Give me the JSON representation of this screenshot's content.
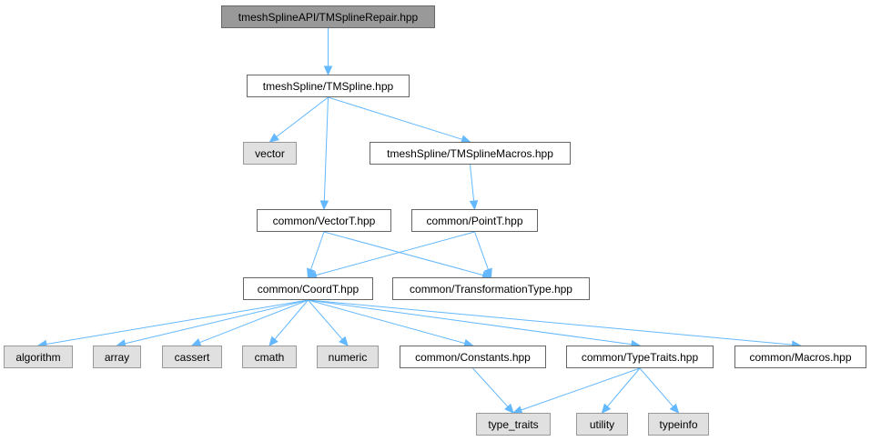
{
  "graph": {
    "colors": {
      "edge": "#63b8ff",
      "root_fill": "#999999",
      "system_fill": "#e0e0e0",
      "node_border": "#666666"
    },
    "nodes": {
      "root": "tmeshSplineAPI/TMSplineRepair.hpp",
      "tmspline": "tmeshSpline/TMSpline.hpp",
      "vector": "vector",
      "macros_tm": "tmeshSpline/TMSplineMacros.hpp",
      "vectort": "common/VectorT.hpp",
      "pointt": "common/PointT.hpp",
      "coordt": "common/CoordT.hpp",
      "transform": "common/TransformationType.hpp",
      "algorithm": "algorithm",
      "array": "array",
      "cassert": "cassert",
      "cmath": "cmath",
      "numeric": "numeric",
      "constants": "common/Constants.hpp",
      "typetraits": "common/TypeTraits.hpp",
      "macros": "common/Macros.hpp",
      "type_traits": "type_traits",
      "utility": "utility",
      "typeinfo": "typeinfo"
    },
    "edges": [
      [
        "root",
        "tmspline"
      ],
      [
        "tmspline",
        "vector"
      ],
      [
        "tmspline",
        "macros_tm"
      ],
      [
        "tmspline",
        "vectort"
      ],
      [
        "macros_tm",
        "pointt"
      ],
      [
        "vectort",
        "coordt"
      ],
      [
        "vectort",
        "transform"
      ],
      [
        "pointt",
        "coordt"
      ],
      [
        "pointt",
        "transform"
      ],
      [
        "coordt",
        "algorithm"
      ],
      [
        "coordt",
        "array"
      ],
      [
        "coordt",
        "cassert"
      ],
      [
        "coordt",
        "cmath"
      ],
      [
        "coordt",
        "numeric"
      ],
      [
        "coordt",
        "constants"
      ],
      [
        "coordt",
        "typetraits"
      ],
      [
        "coordt",
        "macros"
      ],
      [
        "constants",
        "type_traits"
      ],
      [
        "typetraits",
        "type_traits"
      ],
      [
        "typetraits",
        "utility"
      ],
      [
        "typetraits",
        "typeinfo"
      ]
    ]
  }
}
